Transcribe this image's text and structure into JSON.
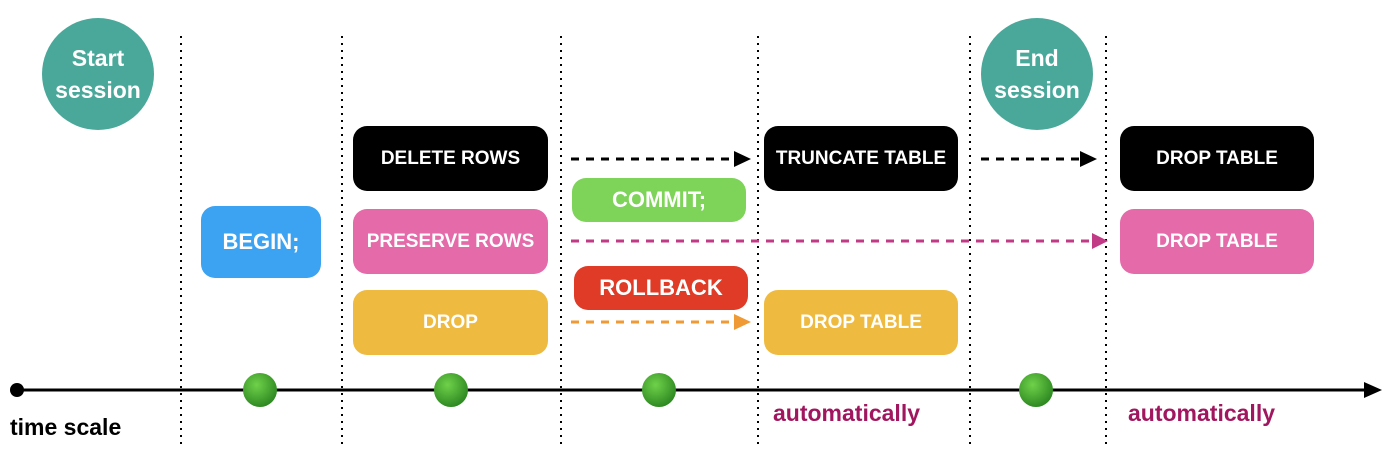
{
  "colors": {
    "session_circle": "#4aa89a",
    "black_box": "#000000",
    "pink_box": "#e46aa9",
    "yellow_box": "#efba40",
    "begin_box": "#3ba3f2",
    "commit_box": "#7dd459",
    "rollback_box": "#df3b27",
    "automatically_text": "#a1175f",
    "timeline_dot": "#3f9a2e"
  },
  "session": {
    "start": "Start\nsession",
    "end": "End\nsession"
  },
  "transaction": {
    "begin": "BEGIN;",
    "commit": "COMMIT;",
    "rollback": "ROLLBACK"
  },
  "on_commit_options": {
    "delete_rows": "DELETE ROWS",
    "preserve_rows": "PRESERVE ROWS",
    "drop": "DROP"
  },
  "after_commit": {
    "truncate_table": "TRUNCATE TABLE",
    "drop_table": "DROP TABLE"
  },
  "after_session": {
    "drop_table_black": "DROP TABLE",
    "drop_table_pink": "DROP TABLE"
  },
  "timeline": {
    "label": "time scale",
    "automatically_1": "automatically",
    "automatically_2": "automatically"
  }
}
